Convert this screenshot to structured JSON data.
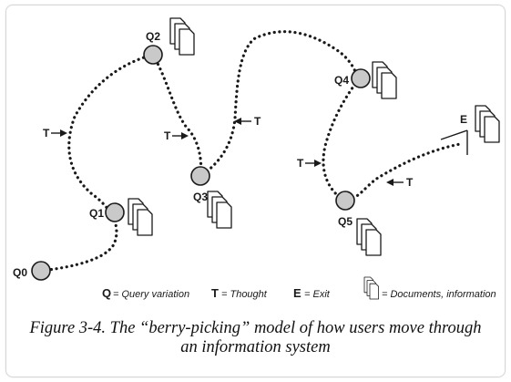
{
  "nodes": [
    {
      "id": "q0",
      "label": "Q0"
    },
    {
      "id": "q1",
      "label": "Q1"
    },
    {
      "id": "q2",
      "label": "Q2"
    },
    {
      "id": "q3",
      "label": "Q3"
    },
    {
      "id": "q4",
      "label": "Q4"
    },
    {
      "id": "q5",
      "label": "Q5"
    },
    {
      "id": "exit",
      "label": "E"
    }
  ],
  "thought_label": "T",
  "legend": {
    "query_key": "Q",
    "query_text": "= Query variation",
    "thought_key": "T",
    "thought_text": "= Thought",
    "exit_key": "E",
    "exit_text": "= Exit",
    "docs_text": "= Documents, information"
  },
  "caption": {
    "line1": "Figure 3-4. The “berry-picking” model of how users move through",
    "line2": "an information system"
  },
  "colors": {
    "node_fill": "#c9c9c9",
    "stroke": "#1a1a1a",
    "frame_border": "#d6d6d6"
  }
}
